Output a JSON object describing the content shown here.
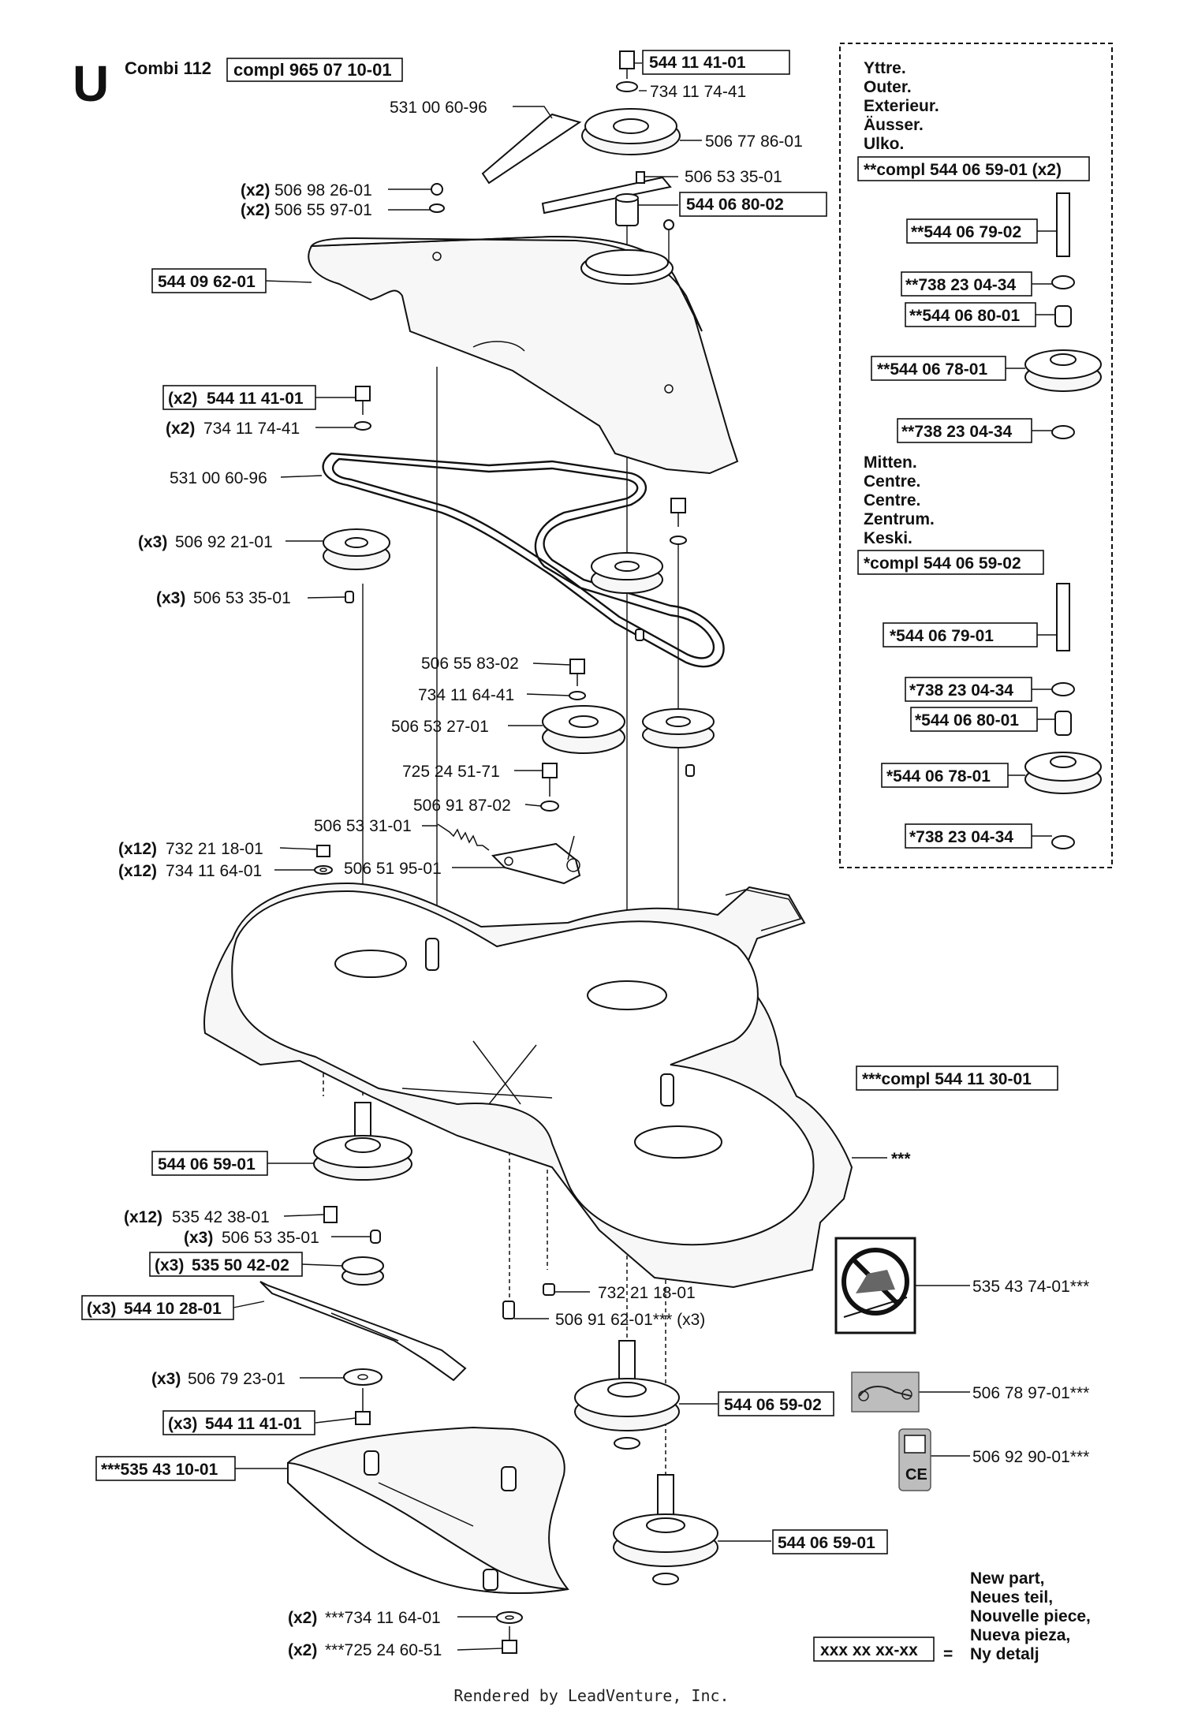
{
  "header": {
    "section_letter": "U",
    "model": "Combi 112",
    "assembly_part": "compl 965 07 10-01"
  },
  "callouts": [
    {
      "id": "c1",
      "qty": "",
      "pn": "544 11 41-01",
      "boxed": true
    },
    {
      "id": "c2",
      "qty": "",
      "pn": "734 11 74-41",
      "boxed": false
    },
    {
      "id": "c3",
      "qty": "",
      "pn": "531 00 60-96",
      "boxed": false
    },
    {
      "id": "c4",
      "qty": "",
      "pn": "506 77 86-01",
      "boxed": false
    },
    {
      "id": "c5",
      "qty": "(x2)",
      "pn": "506 98 26-01",
      "boxed": false
    },
    {
      "id": "c6",
      "qty": "",
      "pn": "506 53 35-01",
      "boxed": false
    },
    {
      "id": "c7",
      "qty": "(x2)",
      "pn": "506 55 97-01",
      "boxed": false
    },
    {
      "id": "c8",
      "qty": "",
      "pn": "544 06 80-02",
      "boxed": true
    },
    {
      "id": "c9",
      "qty": "",
      "pn": "544 09 62-01",
      "boxed": true
    },
    {
      "id": "c10",
      "qty": "(x2)",
      "pn": "544 11 41-01",
      "boxed": true
    },
    {
      "id": "c11",
      "qty": "(x2)",
      "pn": "734 11 74-41",
      "boxed": false
    },
    {
      "id": "c12",
      "qty": "",
      "pn": "531 00 60-96",
      "boxed": false
    },
    {
      "id": "c13",
      "qty": "(x3)",
      "pn": "506 92 21-01",
      "boxed": false
    },
    {
      "id": "c14",
      "qty": "(x3)",
      "pn": "506 53 35-01",
      "boxed": false
    },
    {
      "id": "c15",
      "qty": "",
      "pn": "506 55 83-02",
      "boxed": false
    },
    {
      "id": "c16",
      "qty": "",
      "pn": "734 11 64-41",
      "boxed": false
    },
    {
      "id": "c17",
      "qty": "",
      "pn": "506 53 27-01",
      "boxed": false
    },
    {
      "id": "c18",
      "qty": "",
      "pn": "725 24 51-71",
      "boxed": false
    },
    {
      "id": "c19",
      "qty": "",
      "pn": "506 91 87-02",
      "boxed": false
    },
    {
      "id": "c20",
      "qty": "",
      "pn": "506 53 31-01",
      "boxed": false
    },
    {
      "id": "c21",
      "qty": "(x12)",
      "pn": "732 21 18-01",
      "boxed": false
    },
    {
      "id": "c22",
      "qty": "(x12)",
      "pn": "734 11 64-01",
      "boxed": false
    },
    {
      "id": "c23",
      "qty": "",
      "pn": "506 51 95-01",
      "boxed": false
    },
    {
      "id": "c24",
      "qty": "",
      "pn": "***compl 544 11 30-01",
      "boxed": true
    },
    {
      "id": "c25",
      "qty": "",
      "pn": "***",
      "boxed": false
    },
    {
      "id": "c26",
      "qty": "",
      "pn": "544 06 59-01",
      "boxed": true
    },
    {
      "id": "c27",
      "qty": "(x12)",
      "pn": "535 42 38-01",
      "boxed": false
    },
    {
      "id": "c28",
      "qty": "(x3)",
      "pn": "506 53 35-01",
      "boxed": false
    },
    {
      "id": "c29",
      "qty": "(x3)",
      "pn": "535 50 42-02",
      "boxed": true
    },
    {
      "id": "c30",
      "qty": "",
      "pn": "732 21 18-01",
      "boxed": false
    },
    {
      "id": "c31",
      "qty": "(x3)",
      "pn": "544 10 28-01",
      "boxed": true
    },
    {
      "id": "c32",
      "qty": "",
      "pn": "506 91 62-01*** (x3)",
      "boxed": false
    },
    {
      "id": "c33",
      "qty": "(x3)",
      "pn": "506 79 23-01",
      "boxed": false
    },
    {
      "id": "c34",
      "qty": "",
      "pn": "544 06 59-02",
      "boxed": true
    },
    {
      "id": "c35",
      "qty": "(x3)",
      "pn": "544 11 41-01",
      "boxed": true
    },
    {
      "id": "c36",
      "qty": "",
      "pn": "***535 43 10-01",
      "boxed": true
    },
    {
      "id": "c37",
      "qty": "",
      "pn": "544 06 59-01",
      "boxed": true
    },
    {
      "id": "c38",
      "qty": "(x2)",
      "pn": "***734 11 64-01",
      "boxed": false
    },
    {
      "id": "c39",
      "qty": "(x2)",
      "pn": "***725 24 60-51",
      "boxed": false
    },
    {
      "id": "c40",
      "qty": "",
      "pn": "535 43 74-01***",
      "boxed": false
    },
    {
      "id": "c41",
      "qty": "",
      "pn": "506 78 97-01***",
      "boxed": false
    },
    {
      "id": "c42",
      "qty": "",
      "pn": "506 92 90-01***",
      "boxed": false
    }
  ],
  "inset": {
    "outer_lines": [
      "Yttre.",
      "Outer.",
      "Exterieur.",
      "Äusser.",
      "Ulko."
    ],
    "outer_compl": "**compl 544 06 59-01 (x2)",
    "outer_parts": [
      "**544 06 79-02",
      "**738 23 04-34",
      "**544 06 80-01",
      "**544 06 78-01",
      "**738 23 04-34"
    ],
    "center_lines": [
      "Mitten.",
      "Centre.",
      "Centre.",
      "Zentrum.",
      "Keski."
    ],
    "center_compl": "*compl 544 06 59-02",
    "center_parts": [
      "*544 06 79-01",
      "*738 23 04-34",
      "*544 06 80-01",
      "*544 06 78-01",
      "*738 23 04-34"
    ]
  },
  "legend": {
    "lines": [
      "New part,",
      "Neues teil,",
      "Nouvelle piece,",
      "Nueva pieza,",
      "Ny detalj"
    ],
    "sample": "xxx xx xx-xx",
    "equals": "="
  },
  "decal_ce": "CE",
  "footer": "Rendered by LeadVenture, Inc."
}
